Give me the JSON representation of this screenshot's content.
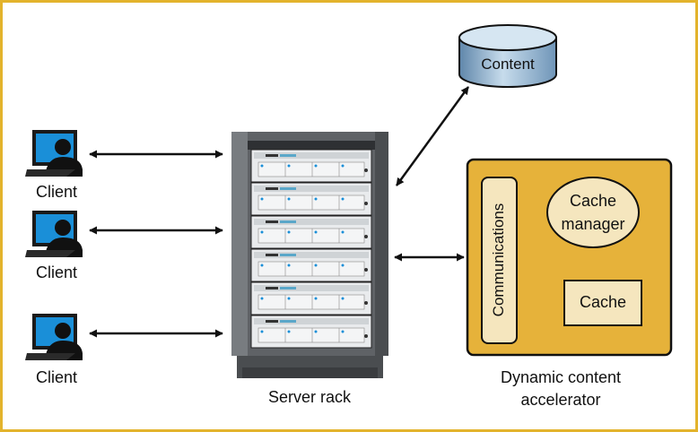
{
  "clients": [
    {
      "label": "Client"
    },
    {
      "label": "Client"
    },
    {
      "label": "Client"
    }
  ],
  "server": {
    "label": "Server rack"
  },
  "database": {
    "label": "Content"
  },
  "accelerator": {
    "label_line1": "Dynamic content",
    "label_line2": "accelerator",
    "communications": "Communications",
    "cache_manager_line1": "Cache",
    "cache_manager_line2": "manager",
    "cache": "Cache"
  },
  "colors": {
    "frame": "#e3b32c",
    "accelerator_fill": "#e6b23a",
    "cache_fill": "#f5e6be",
    "database_fill": "#9cc0de",
    "client_screen": "#1a8fd8",
    "rack_body": "#5f6266"
  }
}
